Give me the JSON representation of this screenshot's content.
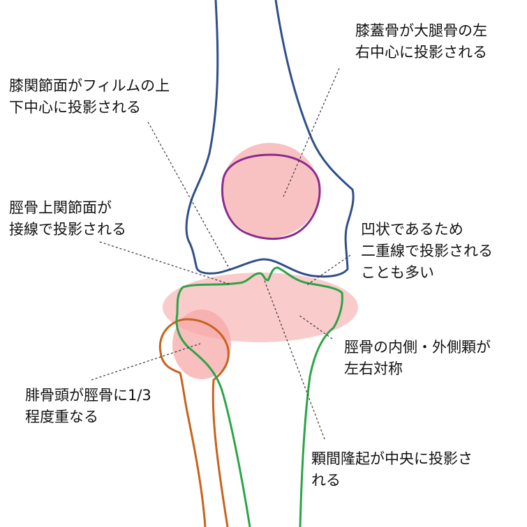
{
  "colors": {
    "femur": "#2f4f8a",
    "patella": "#8a2b8f",
    "tibia": "#2aa447",
    "fibula": "#c8621c",
    "highlight": "#f7a8a8",
    "leader": "#333333",
    "text": "#111111"
  },
  "annotations": {
    "patella_center": {
      "line1": "膝蓋骨が大腿骨の左",
      "line2": "右中心に投影される"
    },
    "joint_center": {
      "line1": "膝関節面がフィルムの上",
      "line2": "下中心に投影される"
    },
    "tibial_plateau": {
      "line1": "脛骨上関節面が",
      "line2": "接線で投影される"
    },
    "concave_double": {
      "line1": "凹状であるため",
      "line2": "二重線で投影される",
      "line3": "ことも多い"
    },
    "condyles_symmetric": {
      "line1": "脛骨の内側・外側顆が",
      "line2": "左右対称"
    },
    "fibula_overlap": {
      "line1": "腓骨頭が脛骨に1/3",
      "line2": "程度重なる"
    },
    "intercondylar": {
      "line1": "顆間隆起が中央に投影さ",
      "line2": "れる"
    }
  }
}
